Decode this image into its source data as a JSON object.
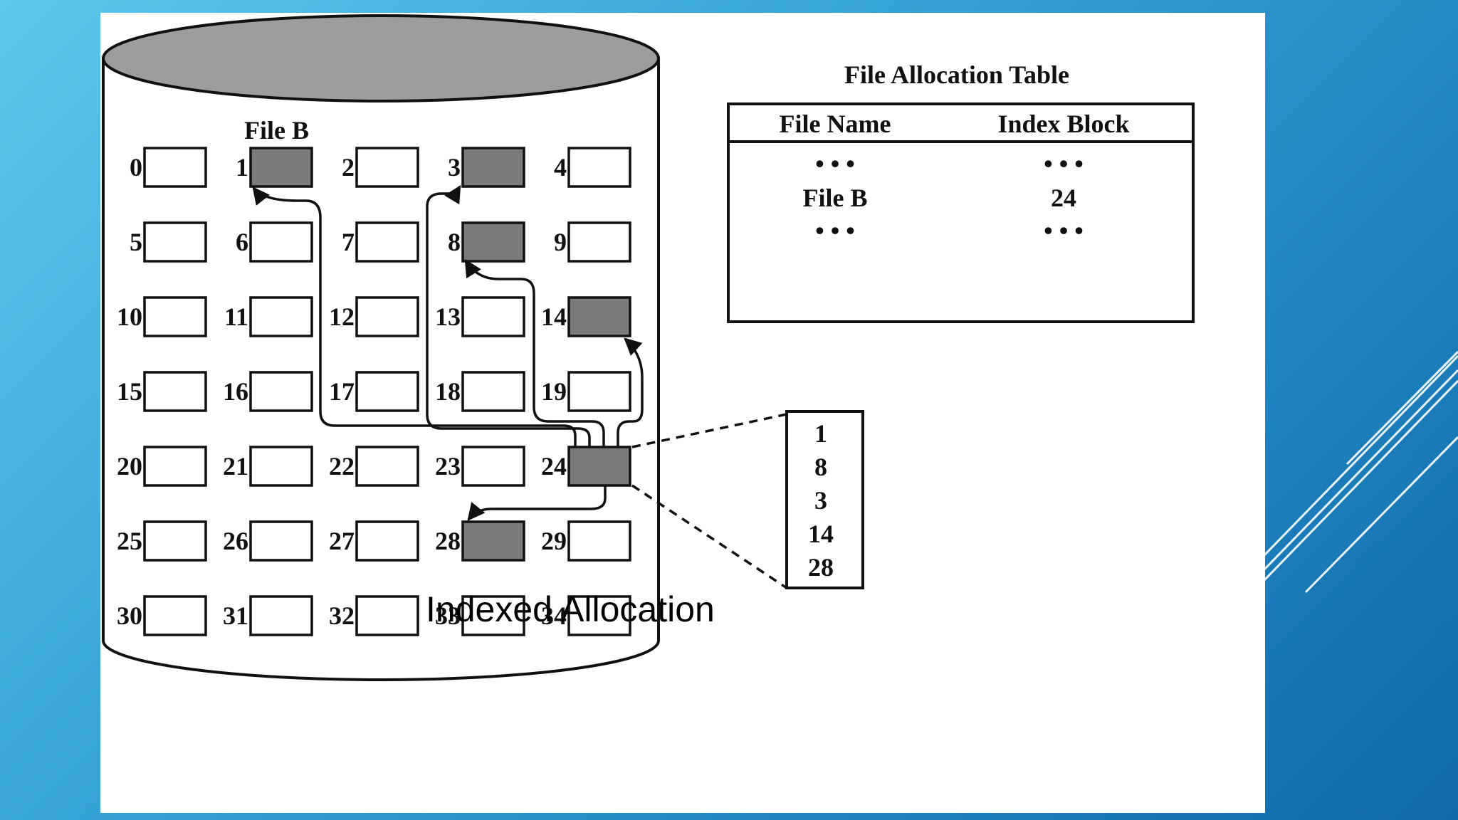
{
  "slide": {
    "caption": "Indexed Allocation"
  },
  "disk": {
    "file_label": "File B",
    "rows": [
      [
        0,
        1,
        2,
        3,
        4
      ],
      [
        5,
        6,
        7,
        8,
        9
      ],
      [
        10,
        11,
        12,
        13,
        14
      ],
      [
        15,
        16,
        17,
        18,
        19
      ],
      [
        20,
        21,
        22,
        23,
        24
      ],
      [
        25,
        26,
        27,
        28,
        29
      ],
      [
        30,
        31,
        32,
        33,
        34
      ]
    ],
    "shaded_blocks": [
      1,
      3,
      8,
      14,
      24,
      28
    ],
    "index_block": 24,
    "pointer_targets": [
      1,
      3,
      8,
      14,
      28
    ]
  },
  "fat": {
    "title": "File Allocation Table",
    "headers": [
      "File Name",
      "Index Block"
    ],
    "rows": [
      [
        "• • •",
        "• • •"
      ],
      [
        "File B",
        "24"
      ],
      [
        "• • •",
        "• • •"
      ]
    ]
  },
  "index_list": {
    "values": [
      "1",
      "8",
      "3",
      "14",
      "28"
    ]
  },
  "colors": {
    "shaded_block": "#7a7a7a",
    "disk_top": "#9d9d9d",
    "background_gradient": [
      "#5cc8ea",
      "#0f6aa9"
    ]
  }
}
